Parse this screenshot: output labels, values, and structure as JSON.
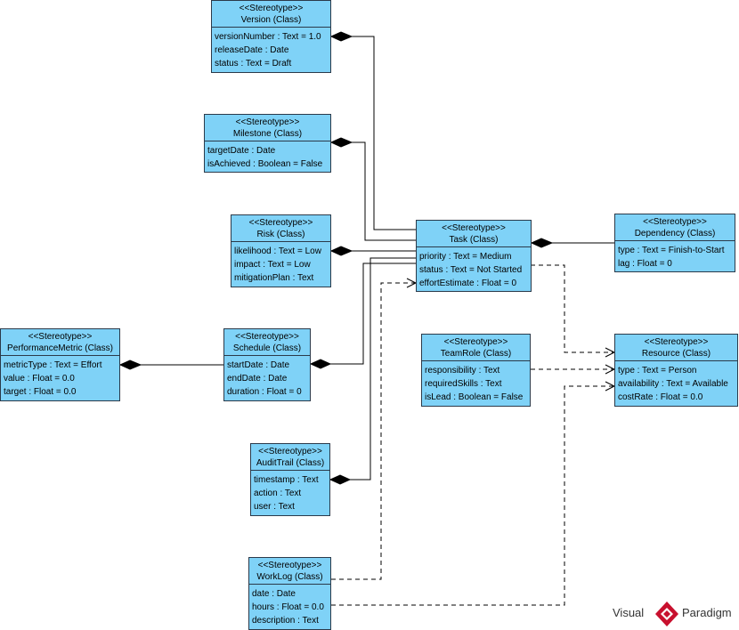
{
  "classes": {
    "version": {
      "stereotype": "<<Stereotype>>",
      "title": "Version (Class)",
      "attributes": [
        "versionNumber : Text = 1.0",
        "releaseDate : Date",
        "status : Text = Draft"
      ]
    },
    "milestone": {
      "stereotype": "<<Stereotype>>",
      "title": "Milestone (Class)",
      "attributes": [
        "targetDate : Date",
        "isAchieved : Boolean = False"
      ]
    },
    "risk": {
      "stereotype": "<<Stereotype>>",
      "title": "Risk (Class)",
      "attributes": [
        "likelihood : Text = Low",
        "impact : Text = Low",
        "mitigationPlan : Text"
      ]
    },
    "task": {
      "stereotype": "<<Stereotype>>",
      "title": "Task (Class)",
      "attributes": [
        "priority : Text = Medium",
        "status : Text = Not Started",
        "effortEstimate : Float = 0"
      ]
    },
    "dependency": {
      "stereotype": "<<Stereotype>>",
      "title": "Dependency (Class)",
      "attributes": [
        "type : Text = Finish-to-Start",
        "lag : Float = 0"
      ]
    },
    "performance_metric": {
      "stereotype": "<<Stereotype>>",
      "title": "PerformanceMetric (Class)",
      "attributes": [
        "metricType : Text = Effort",
        "value : Float = 0.0",
        "target : Float = 0.0"
      ]
    },
    "schedule": {
      "stereotype": "<<Stereotype>>",
      "title": "Schedule (Class)",
      "attributes": [
        "startDate : Date",
        "endDate : Date",
        "duration : Float = 0"
      ]
    },
    "team_role": {
      "stereotype": "<<Stereotype>>",
      "title": "TeamRole (Class)",
      "attributes": [
        "responsibility : Text",
        "requiredSkills : Text",
        "isLead : Boolean = False"
      ]
    },
    "resource": {
      "stereotype": "<<Stereotype>>",
      "title": "Resource (Class)",
      "attributes": [
        "type : Text = Person",
        "availability : Text = Available",
        "costRate : Float = 0.0"
      ]
    },
    "audit_trail": {
      "stereotype": "<<Stereotype>>",
      "title": "AuditTrail (Class)",
      "attributes": [
        "timestamp : Text",
        "action : Text",
        "user : Text"
      ]
    },
    "work_log": {
      "stereotype": "<<Stereotype>>",
      "title": "WorkLog (Class)",
      "attributes": [
        "date : Date",
        "hours : Float = 0.0",
        "description : Text"
      ]
    }
  },
  "relationships": [
    {
      "from": "version",
      "to": "task",
      "kind": "composition"
    },
    {
      "from": "milestone",
      "to": "task",
      "kind": "composition"
    },
    {
      "from": "risk",
      "to": "task",
      "kind": "composition"
    },
    {
      "from": "task",
      "to": "dependency",
      "kind": "composition"
    },
    {
      "from": "schedule",
      "to": "task",
      "kind": "composition"
    },
    {
      "from": "audit_trail",
      "to": "task",
      "kind": "composition"
    },
    {
      "from": "performance_metric",
      "to": "schedule",
      "kind": "composition"
    },
    {
      "from": "task",
      "to": "resource",
      "kind": "dependency"
    },
    {
      "from": "team_role",
      "to": "resource",
      "kind": "dependency"
    },
    {
      "from": "work_log",
      "to": "task",
      "kind": "dependency"
    },
    {
      "from": "work_log",
      "to": "resource",
      "kind": "dependency"
    }
  ],
  "colors": {
    "class_fill": "#7fd2f7",
    "class_border": "#2b3a4a",
    "line": "#000000",
    "brand_red": "#c8102e"
  },
  "brand": {
    "word1": "Visual",
    "word2": "Paradigm"
  }
}
